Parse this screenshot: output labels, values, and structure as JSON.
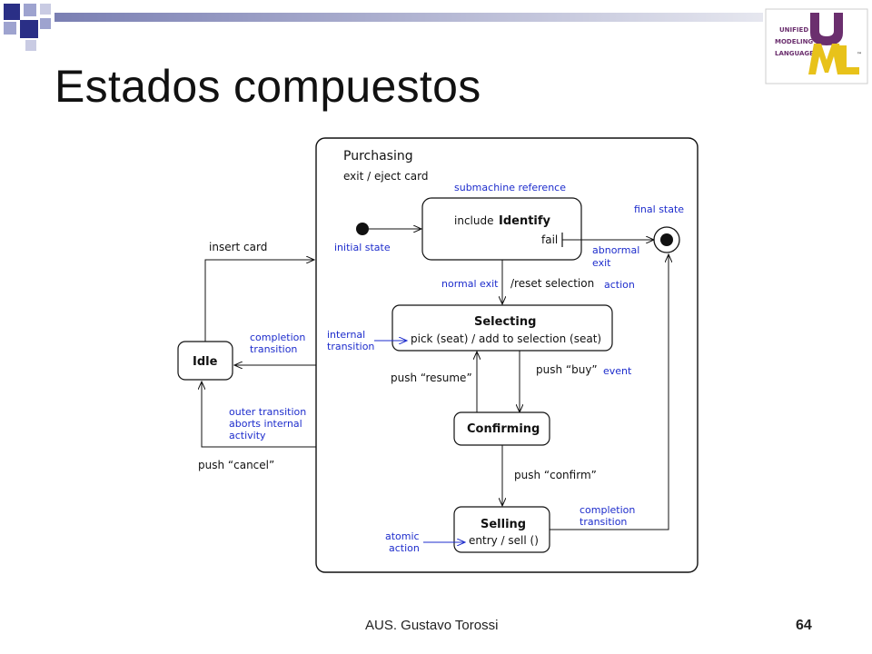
{
  "slide": {
    "title": "Estados compuestos",
    "author": "AUS. Gustavo Torossi",
    "page_number": "64"
  },
  "logo": {
    "lines": [
      "UNIFIED",
      "MODELING",
      "LANGUAGE"
    ],
    "tm": "™",
    "colors": {
      "u": "#6b2f6e",
      "m": "#e8c21a",
      "l": "#e8c21a"
    }
  },
  "colors": {
    "bar_start": "#7a7fb3",
    "square_dark": "#2a2f86",
    "square_light": "#9ea3cf",
    "annotation": "#1d2ccc"
  },
  "diagram": {
    "composite_state": {
      "name": "Purchasing",
      "exit_action": "exit / eject card"
    },
    "states": {
      "identify": {
        "prefix": "include",
        "name": "Identify",
        "exit_point": "fail"
      },
      "selecting": {
        "name": "Selecting",
        "internal": "pick (seat) / add to selection (seat)"
      },
      "confirming": {
        "name": "Confirming"
      },
      "selling": {
        "name": "Selling",
        "entry": "entry / sell ()"
      },
      "idle": {
        "name": "Idle"
      }
    },
    "transitions": {
      "insert_card": "insert card",
      "reset_selection": "/reset selection",
      "push_resume": "push “resume”",
      "push_buy": "push “buy”",
      "push_confirm": "push “confirm”",
      "push_cancel": "push “cancel”"
    },
    "annotations": {
      "submachine_reference": "submachine reference",
      "final_state": "final state",
      "initial_state": "initial state",
      "abnormal_exit": [
        "abnormal",
        "exit"
      ],
      "normal_exit": "normal exit",
      "action": "action",
      "completion_transition_idle": [
        "completion",
        "transition"
      ],
      "internal_transition": [
        "internal",
        "transition"
      ],
      "event": "event",
      "outer_transition": [
        "outer transition",
        "aborts internal",
        "activity"
      ],
      "completion_transition_selling": [
        "completion",
        "transition"
      ],
      "atomic_action": [
        "atomic",
        "action"
      ]
    }
  }
}
